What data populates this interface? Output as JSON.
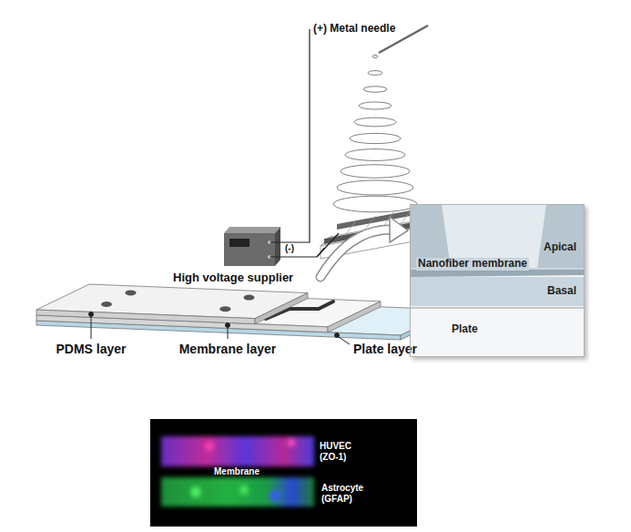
{
  "diagram": {
    "nodes": [
      {
        "text": [
          "Apical",
          "Nanofiber membrane",
          "Basal",
          "Plate"
        ]
      },
      {
        "text": [
          "HUVEC (ZO-1)",
          "Membrane",
          "Astrocyte (GFAP)"
        ]
      }
    ],
    "labels": [
      "(+) Metal needle",
      "(-)",
      "High voltage supplier",
      "PDMS layer",
      "Membrane layer",
      "Plate layer"
    ]
  }
}
